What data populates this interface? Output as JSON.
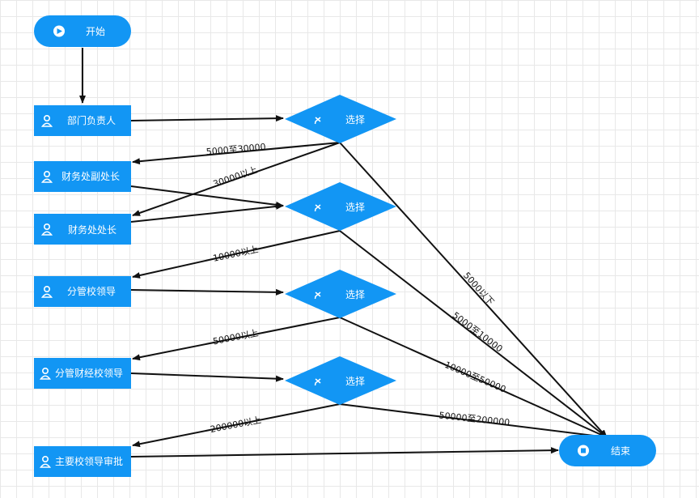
{
  "colors": {
    "node": "#1296f4",
    "edge": "#111111"
  },
  "nodes": {
    "start": {
      "label": "开始",
      "icon": "play-icon"
    },
    "dept_head": {
      "label": "部门负责人",
      "icon": "user-icon"
    },
    "finance_deputy": {
      "label": "财务处副处长",
      "icon": "user-icon"
    },
    "finance_head": {
      "label": "财务处处长",
      "icon": "user-icon"
    },
    "division_leader": {
      "label": "分管校领导",
      "icon": "user-icon"
    },
    "finance_leader": {
      "label": "分管财经校领导",
      "icon": "user-icon"
    },
    "main_leader": {
      "label": "主要校领导审批",
      "icon": "user-icon"
    },
    "gateway1": {
      "label": "选择",
      "icon": "gateway-icon"
    },
    "gateway2": {
      "label": "选择",
      "icon": "gateway-icon"
    },
    "gateway3": {
      "label": "选择",
      "icon": "gateway-icon"
    },
    "gateway4": {
      "label": "选择",
      "icon": "gateway-icon"
    },
    "end": {
      "label": "结束",
      "icon": "stop-icon"
    }
  },
  "edge_labels": {
    "g1_deputy": "5000至30000",
    "g1_head": "30000以上",
    "g1_end": "5000以下",
    "g2_division": "10000以上",
    "g2_end": "5000至10000",
    "g3_finance": "50000以上",
    "g3_end": "10000至50000",
    "g4_main": "200000以上",
    "g4_end": "50000至200000"
  }
}
